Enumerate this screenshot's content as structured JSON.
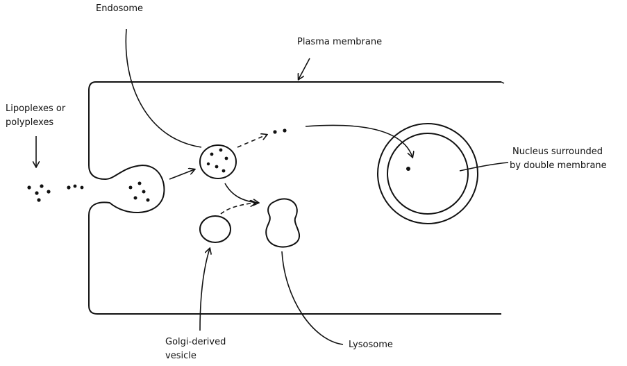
{
  "labels": {
    "endosome": "Endosome",
    "plasma_membrane": "Plasma membrane",
    "lipoplex_line1": "Lipoplexes or",
    "lipoplex_line2": "polyplexes",
    "nucleus_line1": "Nucleus surrounded",
    "nucleus_line2": "by double membrane",
    "golgi_line1": "Golgi-derived",
    "golgi_line2": "vesicle",
    "lysosome": "Lysosome"
  },
  "colors": {
    "ink": "#111111",
    "background": "#ffffff"
  }
}
